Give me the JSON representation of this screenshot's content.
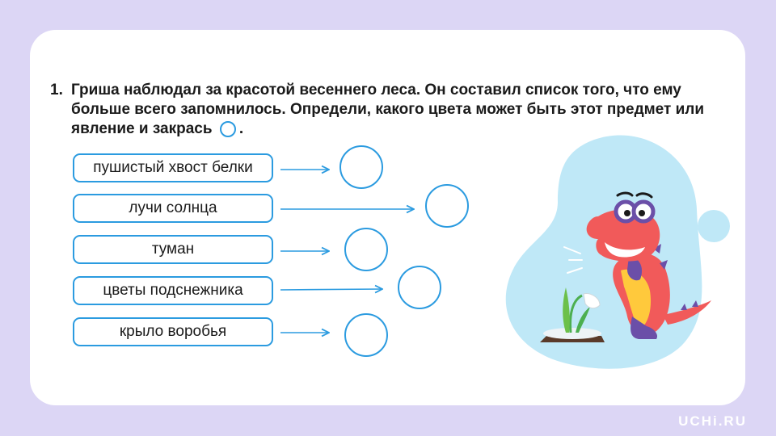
{
  "task": {
    "number": "1.",
    "text_before": "Гриша наблюдал за красотой весеннего леса. Он составил список того, что ему больше всего запомнилось. Определи, какого цвета может быть этот предмет или явление и закрась",
    "text_after": "."
  },
  "items": [
    {
      "label": "пушистый хвост белки"
    },
    {
      "label": "лучи солнца"
    },
    {
      "label": "туман"
    },
    {
      "label": "цветы подснежника"
    },
    {
      "label": "крыло воробья"
    }
  ],
  "icons": {
    "arrow": "arrow-right-icon",
    "answer": "empty-circle-icon",
    "illustration": "dinosaur-with-snowdrop"
  },
  "colors": {
    "accent": "#2b9be0",
    "background": "#dcd6f5",
    "blob": "#bfe8f7"
  },
  "brand": {
    "logo": "UCHi.RU"
  }
}
